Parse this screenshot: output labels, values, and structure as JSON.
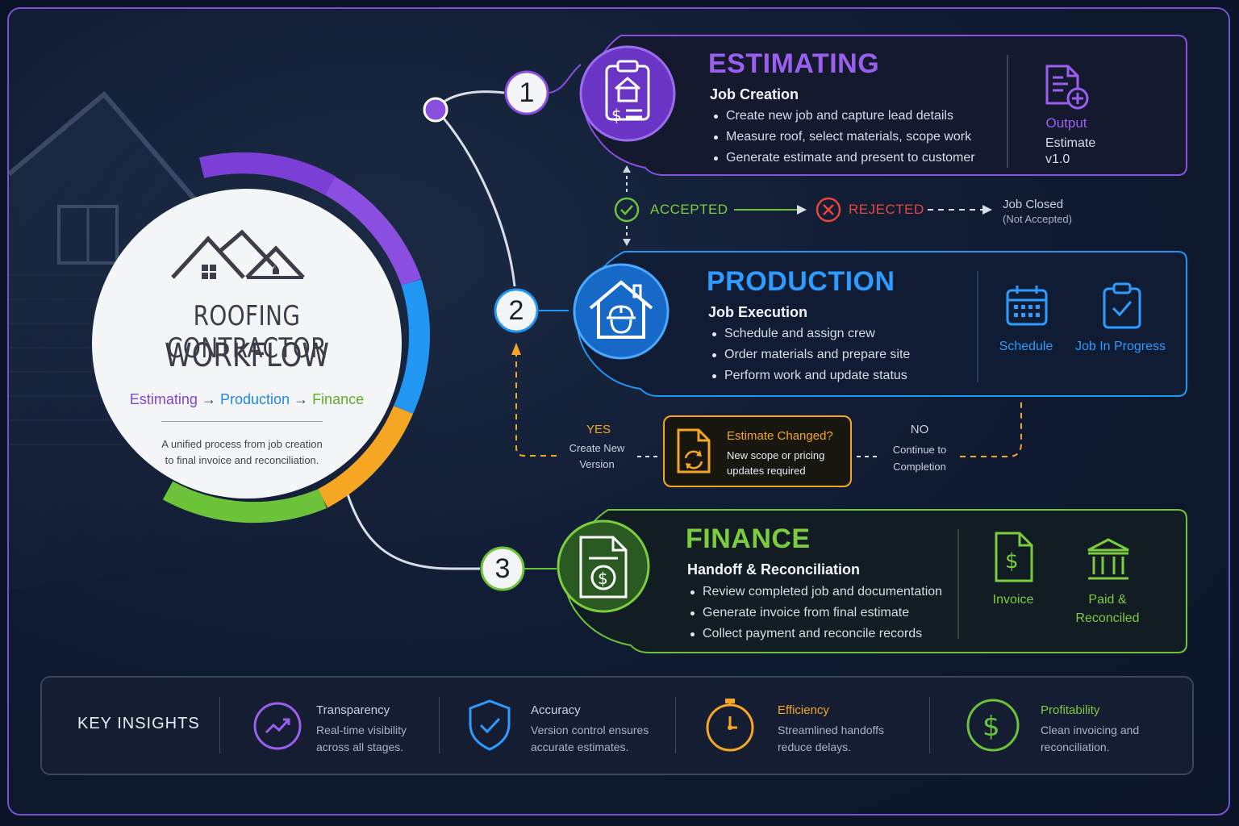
{
  "hero": {
    "title_line1": "ROOFING CONTRACTOR",
    "title_line2": "WORKFLOW",
    "flow": {
      "estimating": "Estimating",
      "production": "Production",
      "finance": "Finance",
      "arrow": "→"
    },
    "description": "A unified process from job creation to final invoice and reconciliation."
  },
  "stages": {
    "estimating": {
      "number": "1",
      "title": "ESTIMATING",
      "subtitle": "Job Creation",
      "bullets": [
        "Create new job and capture lead details",
        "Measure roof, select materials, scope work",
        "Generate estimate and present to customer"
      ],
      "output_label": "Output",
      "output_value_line1": "Estimate",
      "output_value_line2": "v1.0",
      "color": "#8a4fe0"
    },
    "production": {
      "number": "2",
      "title": "PRODUCTION",
      "subtitle": "Job Execution",
      "bullets": [
        "Schedule and assign crew",
        "Order materials and prepare site",
        "Perform work and update status"
      ],
      "schedule_label": "Schedule",
      "progress_label": "Job In Progress",
      "color": "#2196f3"
    },
    "finance": {
      "number": "3",
      "title": "FINANCE",
      "subtitle": "Handoff & Reconciliation",
      "bullets": [
        "Review completed job and documentation",
        "Generate invoice from final estimate",
        "Collect payment and reconcile records"
      ],
      "invoice_label": "Invoice",
      "paid_label_line1": "Paid &",
      "paid_label_line2": "Reconciled",
      "color": "#6cc33a"
    }
  },
  "decision": {
    "accepted": "ACCEPTED",
    "rejected": "REJECTED",
    "closed_line1": "Job Closed",
    "closed_line2": "(Not Accepted)"
  },
  "change": {
    "title": "Estimate Changed?",
    "desc_line1": "New scope or pricing",
    "desc_line2": "updates required",
    "yes": "YES",
    "yes_line1": "Create New",
    "yes_line2": "Version",
    "no": "NO",
    "no_line1": "Continue to",
    "no_line2": "Completion"
  },
  "insights": {
    "heading": "KEY INSIGHTS",
    "items": [
      {
        "title": "Transparency",
        "line1": "Real-time visibility",
        "line2": "across all stages.",
        "color": "#c9d2e0",
        "icon": "trend-up-icon"
      },
      {
        "title": "Accuracy",
        "line1": "Version control ensures",
        "line2": "accurate estimates.",
        "color": "#c9d2e0",
        "icon": "shield-check-icon"
      },
      {
        "title": "Efficiency",
        "line1": "Streamlined handoffs",
        "line2": "reduce delays.",
        "color": "#f5a623",
        "icon": "stopwatch-icon"
      },
      {
        "title": "Profitability",
        "line1": "Clean invoicing and",
        "line2": "reconciliation.",
        "color": "#7ccc3f",
        "icon": "dollar-icon"
      }
    ]
  }
}
